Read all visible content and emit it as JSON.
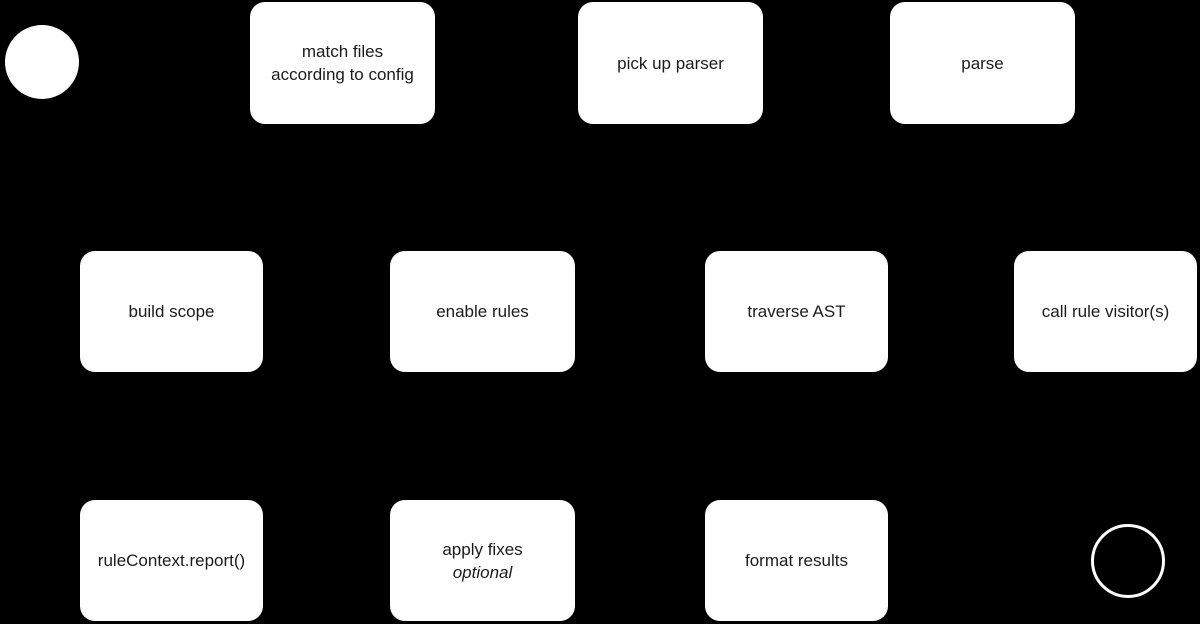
{
  "colors": {
    "background": "#000000",
    "node_fill": "#ffffff",
    "node_text": "#1b1b1b",
    "end_ring": "#ffffff"
  },
  "nodes": [
    {
      "id": "start",
      "type": "start-circle"
    },
    {
      "id": "match-files",
      "type": "activity",
      "label": "match files",
      "label2": "according to config"
    },
    {
      "id": "pick-up-parser",
      "type": "activity",
      "label": "pick up parser"
    },
    {
      "id": "parse",
      "type": "activity",
      "label": "parse"
    },
    {
      "id": "build-scope",
      "type": "activity",
      "label": "build scope"
    },
    {
      "id": "enable-rules",
      "type": "activity",
      "label": "enable rules"
    },
    {
      "id": "traverse-ast",
      "type": "activity",
      "label": "traverse AST"
    },
    {
      "id": "call-rule-visitors",
      "type": "activity",
      "label": "call rule visitor(s)"
    },
    {
      "id": "rule-context-report",
      "type": "activity",
      "label": "ruleContext.report()"
    },
    {
      "id": "apply-fixes",
      "type": "activity",
      "label": "apply fixes",
      "sublabel": "optional"
    },
    {
      "id": "format-results",
      "type": "activity",
      "label": "format results"
    },
    {
      "id": "end",
      "type": "end-circle"
    }
  ]
}
